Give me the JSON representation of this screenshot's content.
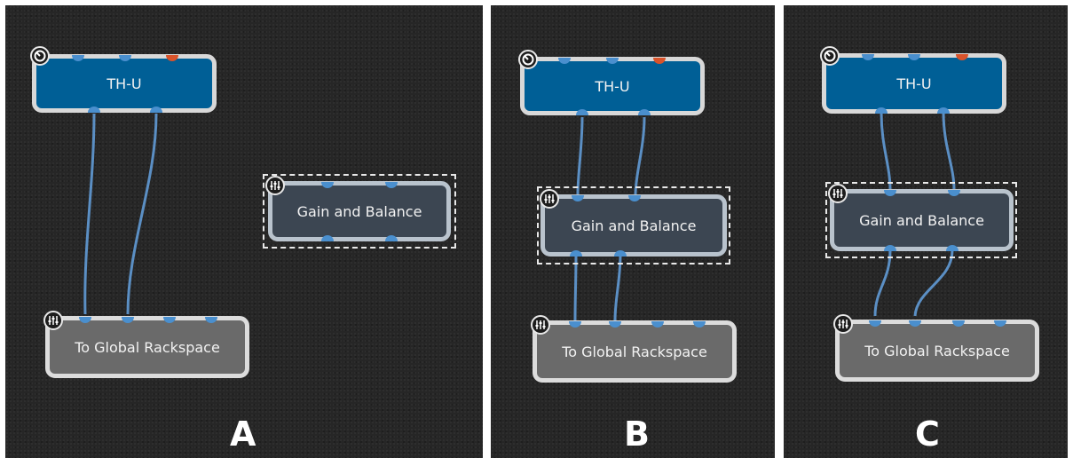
{
  "panels": [
    {
      "label": "A",
      "nodes": {
        "plugin": "TH-U",
        "gain": "Gain and Balance",
        "output": "To Global Rackspace"
      }
    },
    {
      "label": "B",
      "nodes": {
        "plugin": "TH-U",
        "gain": "Gain and Balance",
        "output": "To Global Rackspace"
      }
    },
    {
      "label": "C",
      "nodes": {
        "plugin": "TH-U",
        "gain": "Gain and Balance",
        "output": "To Global Rackspace"
      }
    }
  ],
  "colors": {
    "plugin_block": "#005f96",
    "gain_block": "#3c4652",
    "output_block": "#6a6a6a",
    "audio_pin": "#4a8fce",
    "midi_pin": "#d8532b",
    "wire": "#5b8fc4",
    "canvas": "#262626"
  },
  "icons": {
    "plugin_badge": "knob-icon",
    "gain_badge": "mixer-sliders-icon",
    "output_badge": "mixer-sliders-icon"
  }
}
